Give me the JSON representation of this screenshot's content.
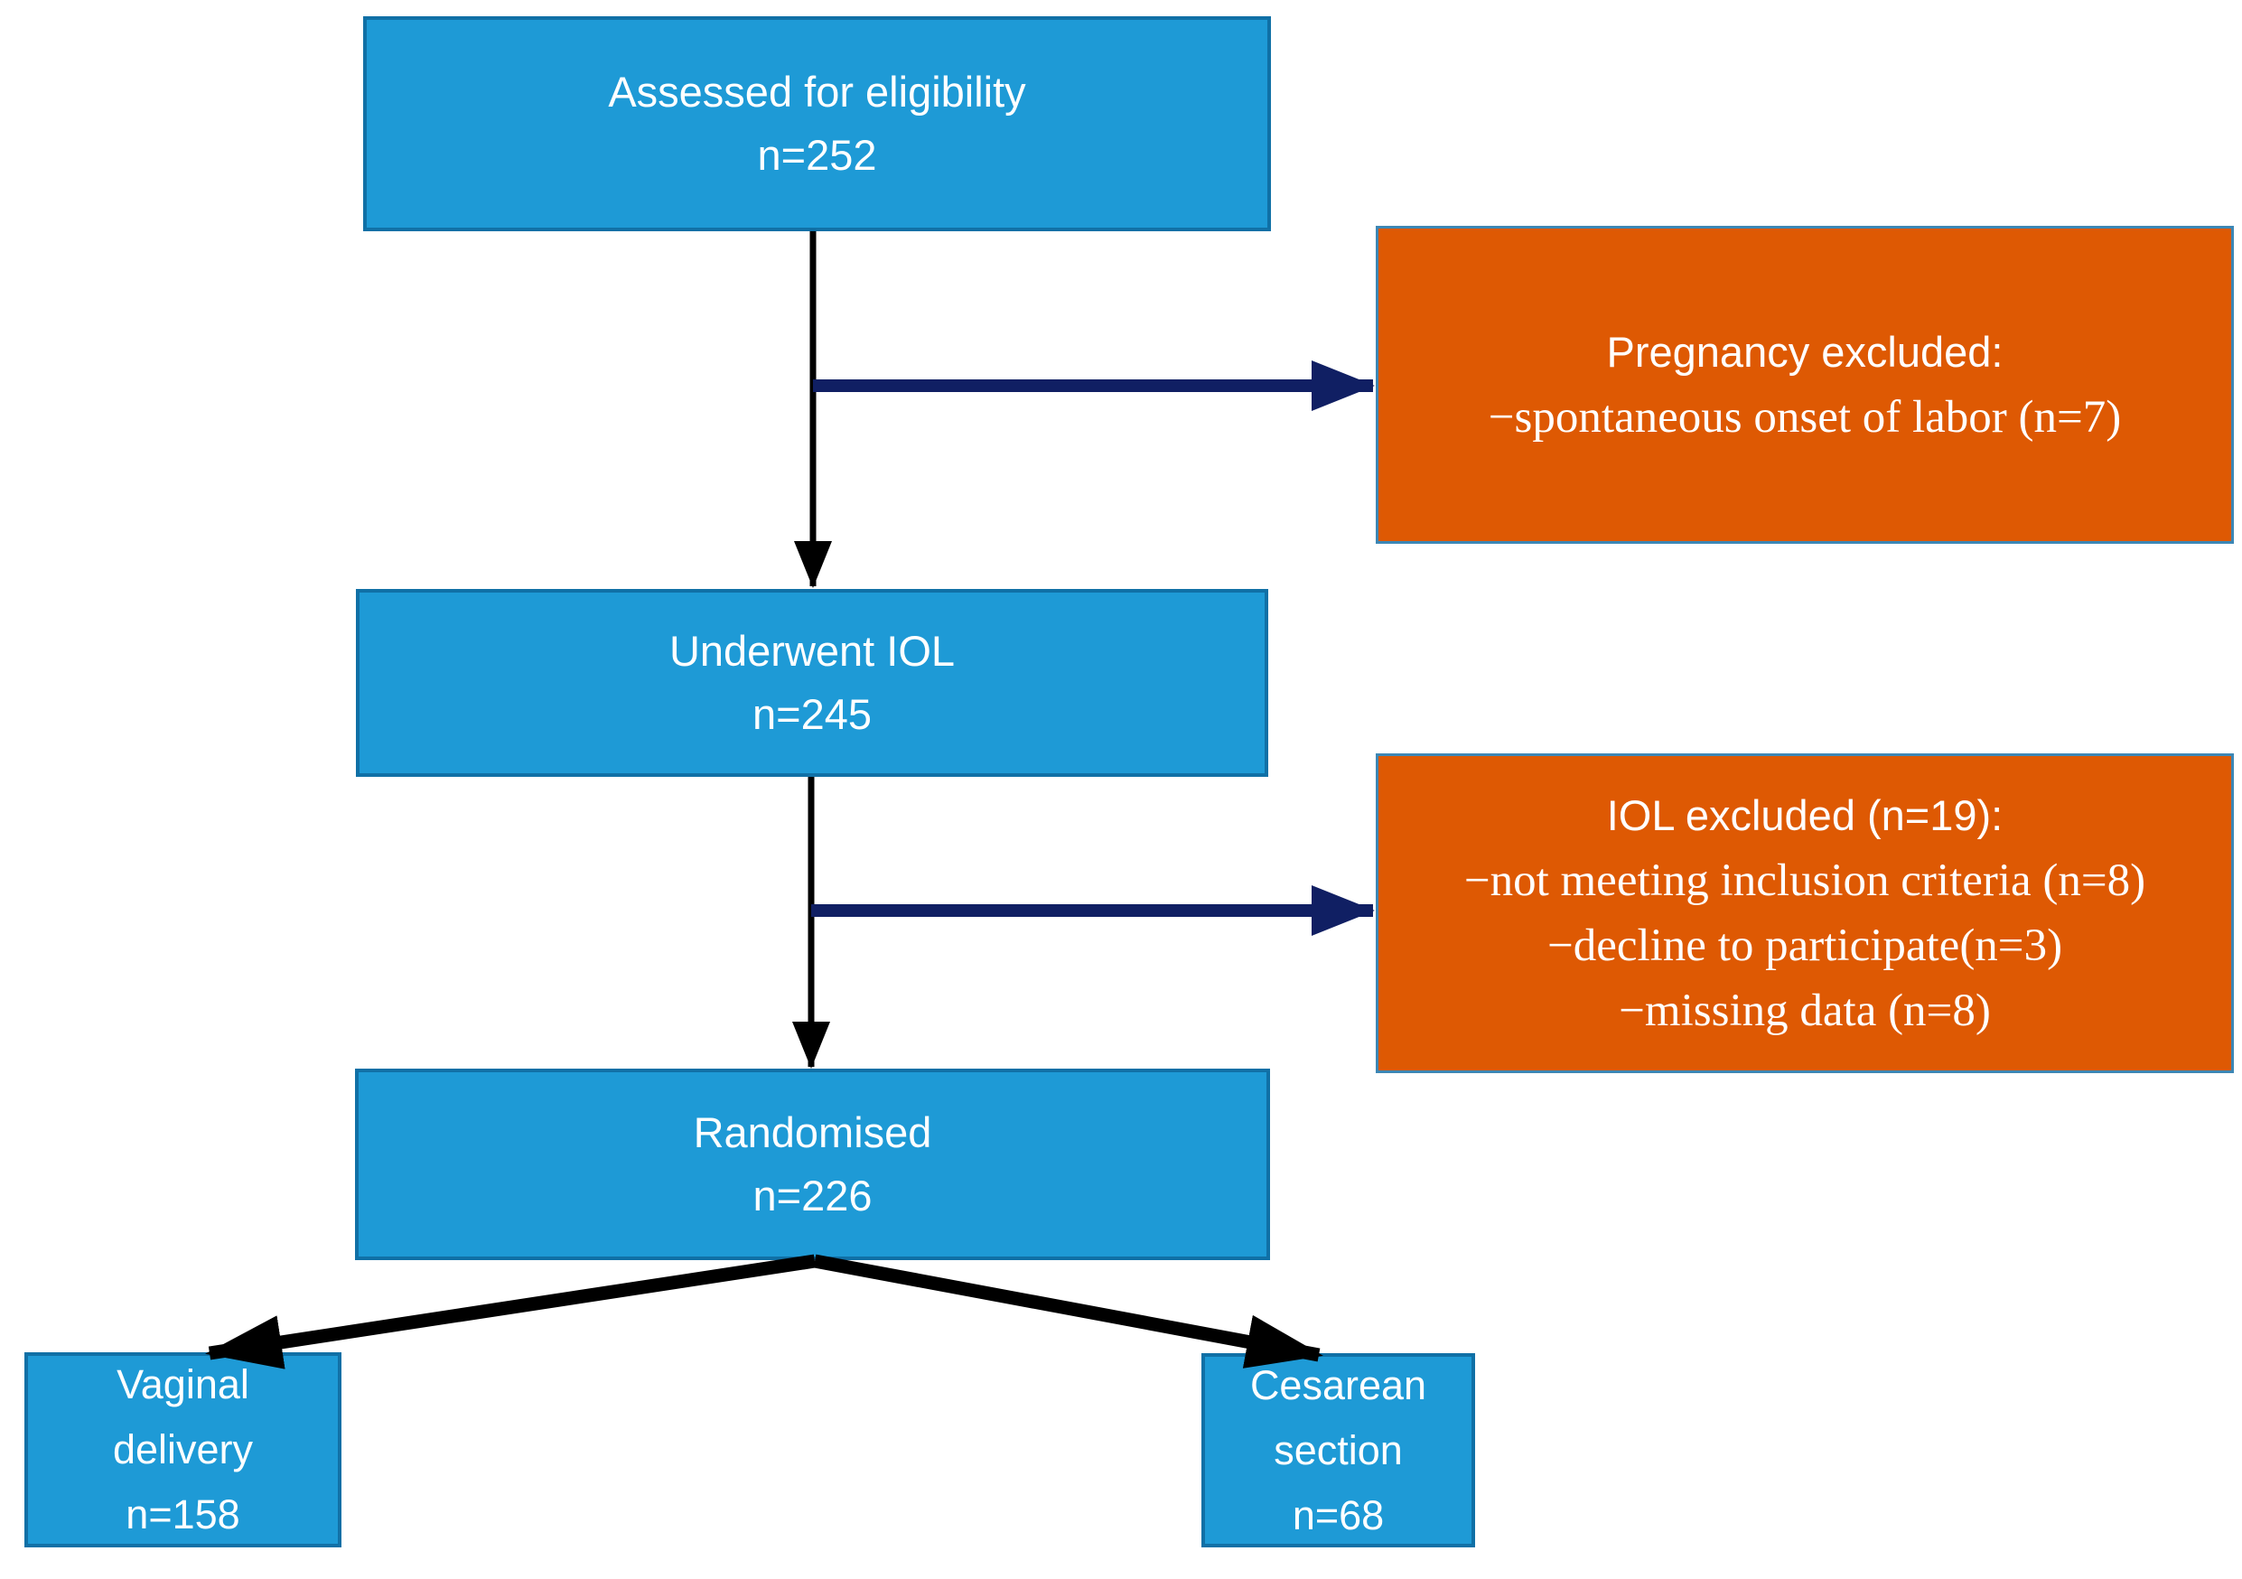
{
  "boxes": {
    "assessed": {
      "line1": "Assessed for eligibility",
      "line2": "n=252"
    },
    "pregnancy_excluded": {
      "heading": "Pregnancy excluded:",
      "item1": "−spontaneous onset of labor (n=7)"
    },
    "underwent_iol": {
      "line1": "Underwent IOL",
      "line2": "n=245"
    },
    "iol_excluded": {
      "heading": "IOL excluded (n=19):",
      "item1": "−not meeting inclusion criteria (n=8)",
      "item2": "−decline to participate(n=3)",
      "item3": "−missing data (n=8)"
    },
    "randomised": {
      "line1": "Randomised",
      "line2": "n=226"
    },
    "vaginal_delivery": {
      "line1": "Vaginal",
      "line2": "delivery",
      "line3": "n=158"
    },
    "cesarean_section": {
      "line1": "Cesarean",
      "line2": "section",
      "line3": "n=68"
    }
  },
  "edges": [
    {
      "from": "assessed",
      "to": "pregnancy_excluded"
    },
    {
      "from": "assessed",
      "to": "underwent_iol"
    },
    {
      "from": "underwent_iol",
      "to": "iol_excluded"
    },
    {
      "from": "underwent_iol",
      "to": "randomised"
    },
    {
      "from": "randomised",
      "to": "vaginal_delivery"
    },
    {
      "from": "randomised",
      "to": "cesarean_section"
    }
  ],
  "colors": {
    "process_fill": "#1E9AD6",
    "process_border": "#1070A6",
    "exclusion_fill": "#DE5903",
    "exclusion_border": "#3D87B5",
    "arrow_black": "#000000",
    "arrow_navy": "#101F63",
    "text": "#FFFFFF",
    "background": "#FFFFFF"
  }
}
